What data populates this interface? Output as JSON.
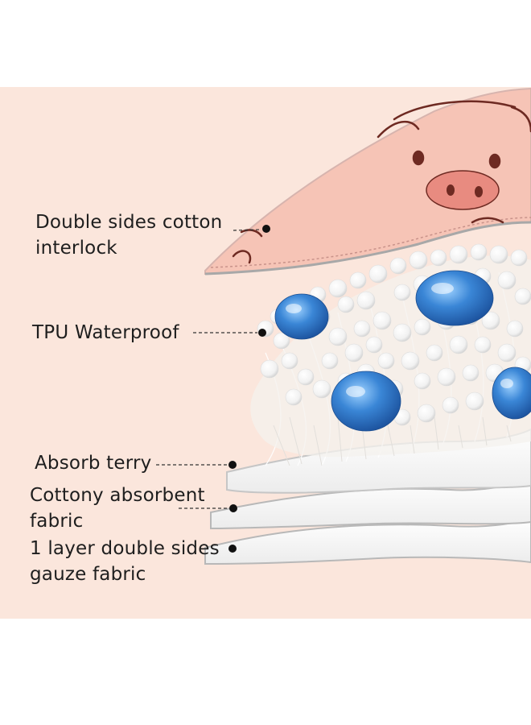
{
  "layers": [
    {
      "id": "cotton",
      "lines": [
        "Double sides cotton",
        "interlock"
      ]
    },
    {
      "id": "tpu",
      "lines": [
        "TPU Waterproof"
      ]
    },
    {
      "id": "terry",
      "lines": [
        "Absorb terry"
      ]
    },
    {
      "id": "cottony",
      "lines": [
        "Cottony absorbent",
        "fabric"
      ]
    },
    {
      "id": "gauze",
      "lines": [
        "1 layer double sides",
        "gauze fabric"
      ]
    }
  ],
  "colors": {
    "background": "#fbe6dc",
    "cotton_fabric": "#f6c4b6",
    "bead_white": "#ffffff",
    "bead_blue": "#2a6fc0",
    "fabric_white": "#ffffff",
    "text": "#1e1e1e"
  }
}
